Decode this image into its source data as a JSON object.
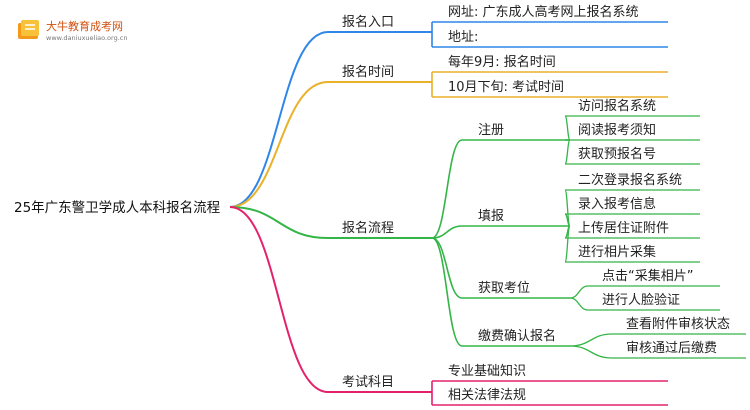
{
  "logo": {
    "title": "大牛教育成考网",
    "url": "www.daniuxueliao.org.cn"
  },
  "colors": {
    "blue": "#2f86e8",
    "orange": "#eab12a",
    "green": "#34b547",
    "pink": "#e4226c"
  },
  "mindmap": {
    "root": "25年广东警卫学成人本科报名流程",
    "branches": [
      {
        "label": "报名入口",
        "color": "blue",
        "children": [
          {
            "label": "网址: 广东成人高考网上报名系统"
          },
          {
            "label": "地址:"
          }
        ]
      },
      {
        "label": "报名时间",
        "color": "orange",
        "children": [
          {
            "label": "每年9月: 报名时间"
          },
          {
            "label": "10月下旬: 考试时间"
          }
        ]
      },
      {
        "label": "报名流程",
        "color": "green",
        "children": [
          {
            "label": "注册",
            "children": [
              {
                "label": "访问报名系统"
              },
              {
                "label": "阅读报考须知"
              },
              {
                "label": "获取预报名号"
              }
            ]
          },
          {
            "label": "填报",
            "children": [
              {
                "label": "二次登录报名系统"
              },
              {
                "label": "录入报考信息"
              },
              {
                "label": "上传居住证附件"
              },
              {
                "label": "进行相片采集"
              }
            ]
          },
          {
            "label": "获取考位",
            "children": [
              {
                "label": "点击“采集相片”"
              },
              {
                "label": "进行人脸验证"
              }
            ]
          },
          {
            "label": "缴费确认报名",
            "children": [
              {
                "label": "查看附件审核状态"
              },
              {
                "label": "审核通过后缴费"
              }
            ]
          }
        ]
      },
      {
        "label": "考试科目",
        "color": "pink",
        "children": [
          {
            "label": "专业基础知识"
          },
          {
            "label": "相关法律法规"
          }
        ]
      }
    ]
  }
}
